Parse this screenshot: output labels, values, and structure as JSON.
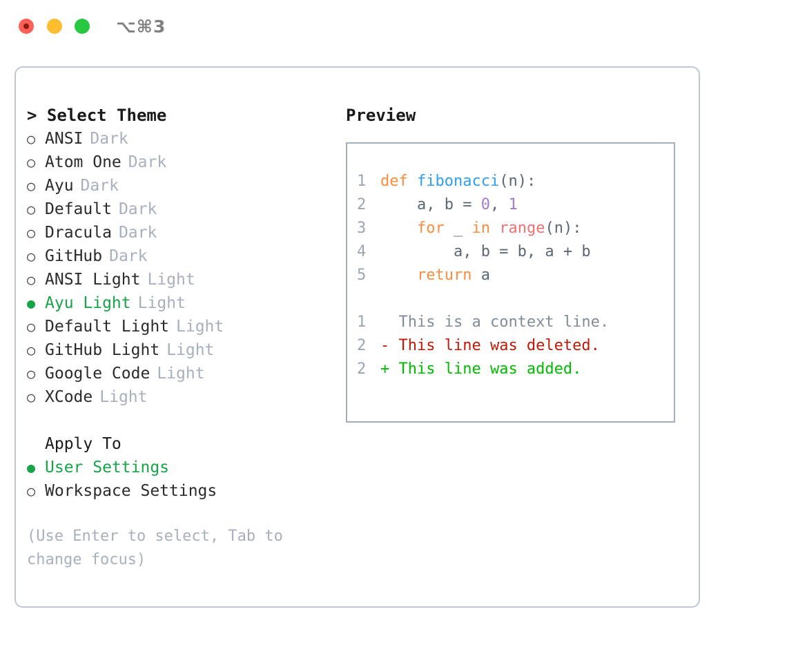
{
  "window": {
    "shortcut_label": "⌥⌘3",
    "traffic_lights": {
      "close": "close-button",
      "minimize": "minimize-button",
      "maximize": "maximize-button"
    }
  },
  "theme_panel": {
    "heading": "> Select Theme",
    "themes": [
      {
        "bullet": "○",
        "name": "ANSI",
        "kind": "Dark",
        "selected": false
      },
      {
        "bullet": "○",
        "name": "Atom One",
        "kind": "Dark",
        "selected": false
      },
      {
        "bullet": "○",
        "name": "Ayu",
        "kind": "Dark",
        "selected": false
      },
      {
        "bullet": "○",
        "name": "Default",
        "kind": "Dark",
        "selected": false
      },
      {
        "bullet": "○",
        "name": "Dracula",
        "kind": "Dark",
        "selected": false
      },
      {
        "bullet": "○",
        "name": "GitHub",
        "kind": "Dark",
        "selected": false
      },
      {
        "bullet": "○",
        "name": "ANSI Light",
        "kind": "Light",
        "selected": false
      },
      {
        "bullet": "●",
        "name": "Ayu Light",
        "kind": "Light",
        "selected": true
      },
      {
        "bullet": "○",
        "name": "Default Light",
        "kind": "Light",
        "selected": false
      },
      {
        "bullet": "○",
        "name": "GitHub Light",
        "kind": "Light",
        "selected": false
      },
      {
        "bullet": "○",
        "name": "Google Code",
        "kind": "Light",
        "selected": false
      },
      {
        "bullet": "○",
        "name": "XCode",
        "kind": "Light",
        "selected": false
      }
    ],
    "apply_to": {
      "heading": "Apply To",
      "options": [
        {
          "bullet": "●",
          "name": "User Settings",
          "selected": true
        },
        {
          "bullet": "○",
          "name": "Workspace Settings",
          "selected": false
        }
      ]
    },
    "hint": "(Use Enter to select, Tab to change focus)"
  },
  "preview_panel": {
    "heading": "Preview",
    "code_lines": [
      {
        "no": "1",
        "tokens": [
          {
            "t": "def ",
            "c": "kw"
          },
          {
            "t": "fibonacci",
            "c": "fn"
          },
          {
            "t": "(n):",
            "c": "pl"
          }
        ]
      },
      {
        "no": "2",
        "tokens": [
          {
            "t": "    a, b = ",
            "c": "pl"
          },
          {
            "t": "0",
            "c": "num"
          },
          {
            "t": ", ",
            "c": "pl"
          },
          {
            "t": "1",
            "c": "num"
          }
        ]
      },
      {
        "no": "3",
        "tokens": [
          {
            "t": "    for",
            "c": "kw"
          },
          {
            "t": " _ ",
            "c": "pl"
          },
          {
            "t": "in",
            "c": "kw"
          },
          {
            "t": " ",
            "c": "pl"
          },
          {
            "t": "range",
            "c": "call"
          },
          {
            "t": "(n):",
            "c": "pl"
          }
        ]
      },
      {
        "no": "4",
        "tokens": [
          {
            "t": "        a, b = b, a + b",
            "c": "pl"
          }
        ]
      },
      {
        "no": "5",
        "tokens": [
          {
            "t": "    return",
            "c": "kw"
          },
          {
            "t": " a",
            "c": "pl"
          }
        ]
      }
    ],
    "diff_lines": [
      {
        "no": "1",
        "marker": "  ",
        "text": "This is a context line.",
        "kind": "ctx"
      },
      {
        "no": "2",
        "marker": "- ",
        "text": "This line was deleted.",
        "kind": "del"
      },
      {
        "no": "2",
        "marker": "+ ",
        "text": "This line was added.",
        "kind": "add"
      }
    ]
  },
  "colors": {
    "accent_green": "#18a349",
    "muted_gray": "#a8b0bd",
    "border": "#c0c8d4",
    "preview_border": "#a3aebd",
    "keyword": "#fa8d3e",
    "function": "#2e9ef4",
    "number": "#a37acc",
    "call": "#f07171",
    "diff_deleted": "#c21807",
    "diff_added": "#00bb00"
  }
}
